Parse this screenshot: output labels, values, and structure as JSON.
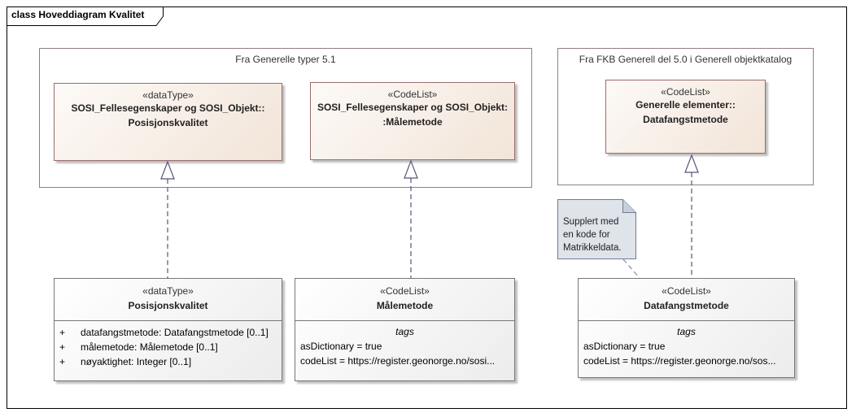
{
  "diagram": {
    "frame_title": "class Hoveddiagram Kvalitet",
    "packages": [
      {
        "label": "Fra Generelle typer 5.1"
      },
      {
        "label": "Fra FKB Generell del 5.0 i Generell objektkatalog"
      }
    ],
    "source_classes": [
      {
        "stereotype": "«dataType»",
        "name_line1": "SOSI_Fellesegenskaper og SOSI_Objekt::",
        "name_line2": "Posisjonskvalitet"
      },
      {
        "stereotype": "«CodeList»",
        "name_line1": "SOSI_Fellesegenskaper og SOSI_Objekt:",
        "name_line2": ":Målemetode"
      },
      {
        "stereotype": "«CodeList»",
        "name_line1": "Generelle elementer::",
        "name_line2": "Datafangstmetode"
      }
    ],
    "classes": [
      {
        "stereotype": "«dataType»",
        "name": "Posisjonskvalitet",
        "attributes": [
          {
            "vis": "+",
            "text": "datafangstmetode: Datafangstmetode [0..1]"
          },
          {
            "vis": "+",
            "text": "målemetode: Målemetode [0..1]"
          },
          {
            "vis": "+",
            "text": "nøyaktighet: Integer [0..1]"
          }
        ]
      },
      {
        "stereotype": "«CodeList»",
        "name": "Målemetode",
        "tags_title": "tags",
        "tags": [
          "asDictionary = true",
          "codeList = https://register.geonorge.no/sosi..."
        ]
      },
      {
        "stereotype": "«CodeList»",
        "name": "Datafangstmetode",
        "tags_title": "tags",
        "tags": [
          "asDictionary = true",
          "codeList = https://register.geonorge.no/sos..."
        ]
      }
    ],
    "note": {
      "text": "Supplert med\nen kode for\nMatrikkeldata."
    }
  }
}
